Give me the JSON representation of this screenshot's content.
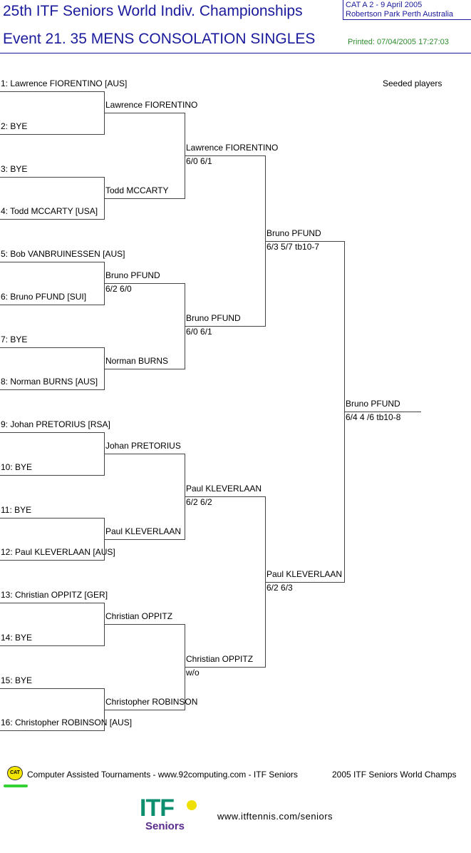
{
  "header": {
    "title": "25th ITF Seniors World Indiv. Championships",
    "event": "Event 21. 35 MENS CONSOLATION SINGLES",
    "cat_line": "CAT A   2 - 9 April 2005",
    "venue_line": "Robertson Park Perth   Australia",
    "printed": "Printed: 07/04/2005 17:27:03"
  },
  "seeded_label": "Seeded players",
  "round1": [
    "1: Lawrence FIORENTINO [AUS]",
    "2: BYE",
    "3: BYE",
    "4: Todd MCCARTY [USA]",
    "5: Bob VANBRUINESSEN [AUS]",
    "6: Bruno PFUND [SUI]",
    "7: BYE",
    "8: Norman BURNS [AUS]",
    "9: Johan PRETORIUS [RSA]",
    "10: BYE",
    "11: BYE",
    "12: Paul KLEVERLAAN [AUS]",
    "13: Christian OPPITZ [GER]",
    "14: BYE",
    "15: BYE",
    "16: Christopher ROBINSON [AUS]"
  ],
  "round2": [
    {
      "name": "Lawrence FIORENTINO",
      "score": ""
    },
    {
      "name": "Todd MCCARTY",
      "score": ""
    },
    {
      "name": "Bruno PFUND",
      "score": "6/2 6/0"
    },
    {
      "name": "Norman BURNS",
      "score": ""
    },
    {
      "name": "Johan PRETORIUS",
      "score": ""
    },
    {
      "name": "Paul KLEVERLAAN",
      "score": ""
    },
    {
      "name": "Christian OPPITZ",
      "score": ""
    },
    {
      "name": "Christopher ROBINSON",
      "score": ""
    }
  ],
  "round3": [
    {
      "name": "Lawrence FIORENTINO",
      "score": "6/0 6/1"
    },
    {
      "name": "Bruno PFUND",
      "score": "6/0 6/1"
    },
    {
      "name": "Paul KLEVERLAAN",
      "score": "6/2 6/2"
    },
    {
      "name": "Christian OPPITZ",
      "score": "w/o"
    }
  ],
  "round4": [
    {
      "name": "Bruno PFUND",
      "score": "6/3 5/7 tb10-7"
    },
    {
      "name": "Paul KLEVERLAAN",
      "score": "6/2 6/3"
    }
  ],
  "final": {
    "name": "Bruno PFUND",
    "score": "6/4 4 /6 tb10-8"
  },
  "footer": {
    "cat_logo_text": "CAT",
    "left_text": "Computer Assisted Tournaments - www.92computing.com -  ITF Seniors",
    "right_text": "2005 ITF Seniors World Champs",
    "itf_logo_text": "ITF",
    "itf_logo_sub": "Seniors",
    "url": "www.itftennis.com/seniors"
  }
}
